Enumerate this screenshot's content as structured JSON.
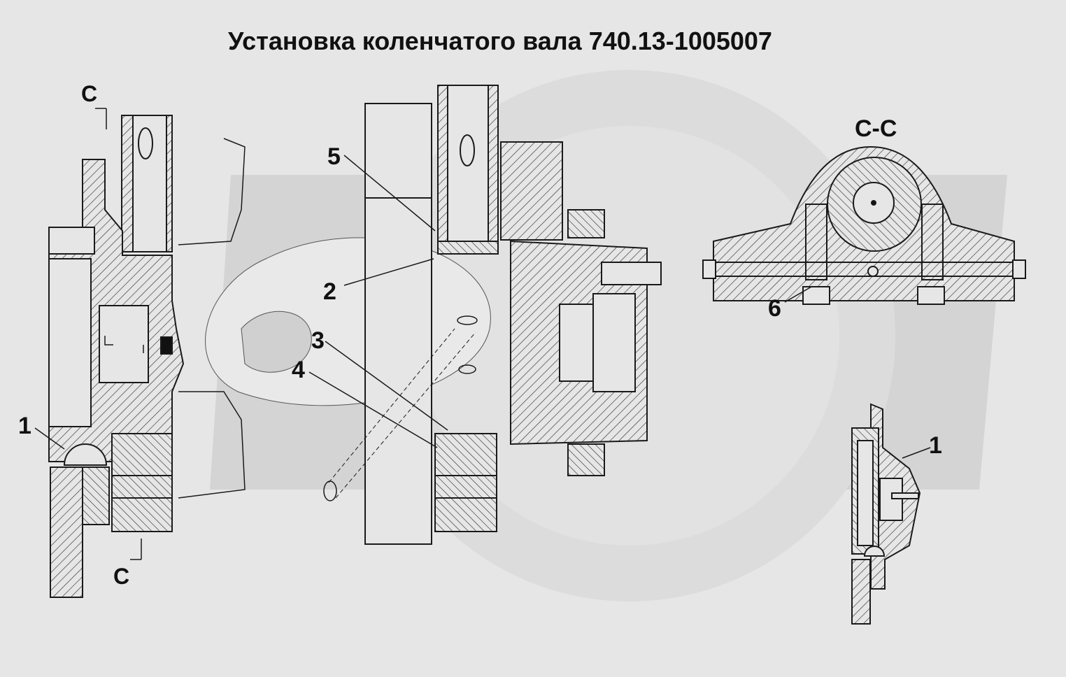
{
  "title": "Установка коленчатого вала 740.13-1005007",
  "section_marks": {
    "top": "С",
    "bottom": "С",
    "view": "С-С"
  },
  "callouts": [
    "1",
    "2",
    "3",
    "4",
    "5",
    "6",
    "1"
  ],
  "colors": {
    "background": "#e6e6e6",
    "line": "#1a1a1a",
    "watermark": "#d2d2d2"
  }
}
